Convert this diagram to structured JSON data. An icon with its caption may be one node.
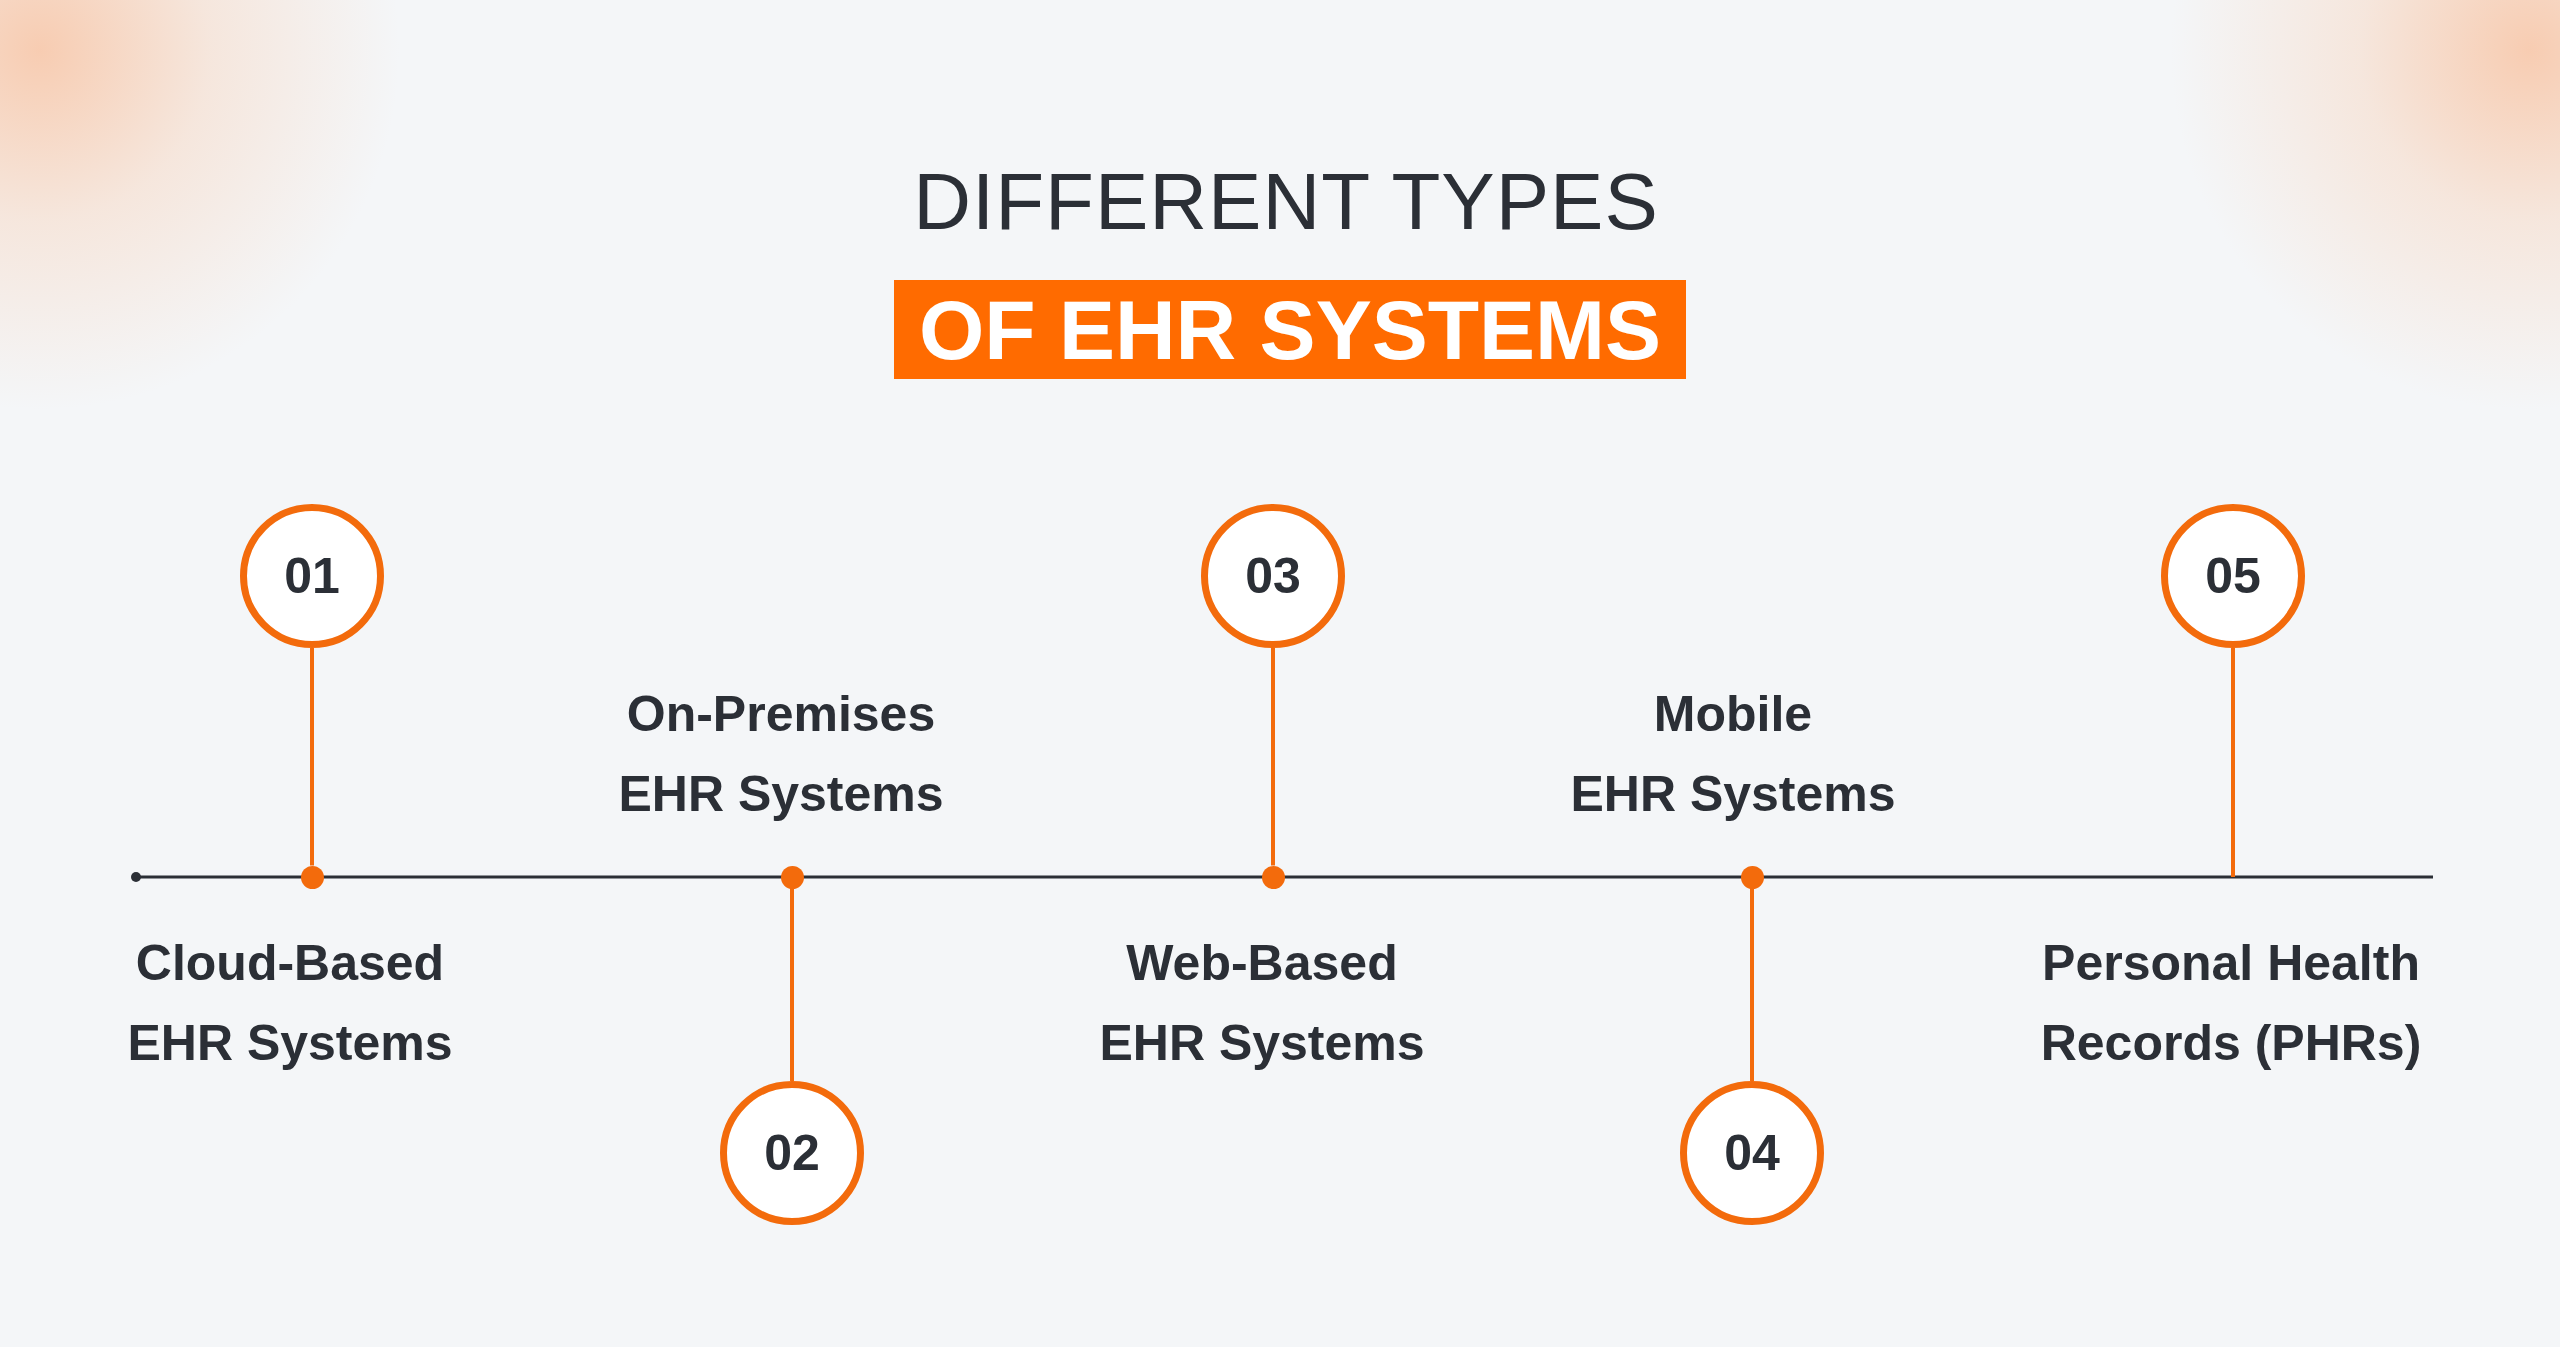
{
  "diagram": {
    "title": "DIFFERENT TYPES",
    "nodes": [
      {
        "text": [
          "OF EHR SYSTEMS"
        ]
      },
      {
        "text": [
          "01"
        ]
      },
      {
        "text": [],
        "shape": "circle"
      },
      {
        "text": [
          "02"
        ]
      },
      {
        "text": [],
        "shape": "circle"
      },
      {
        "text": [
          "03"
        ]
      },
      {
        "text": [],
        "shape": "circle"
      },
      {
        "text": [
          "04"
        ]
      },
      {
        "text": [],
        "shape": "circle"
      },
      {
        "text": [
          "05"
        ]
      }
    ],
    "edges": [
      {
        "from": 1,
        "to": 2,
        "arrow": "none"
      },
      {
        "from": 3,
        "to": 4,
        "arrow": "none"
      },
      {
        "from": 5,
        "to": 6,
        "arrow": "none"
      },
      {
        "from": 7,
        "to": 8,
        "arrow": "none"
      },
      {
        "from": 9,
        "to": null,
        "arrow": "none"
      }
    ],
    "labels": [
      "Cloud-Based EHR Systems",
      "On-Premises EHR Systems",
      "Web-Based EHR Systems",
      "Mobile EHR Systems",
      "Personal Health Records (PHRs)"
    ]
  }
}
